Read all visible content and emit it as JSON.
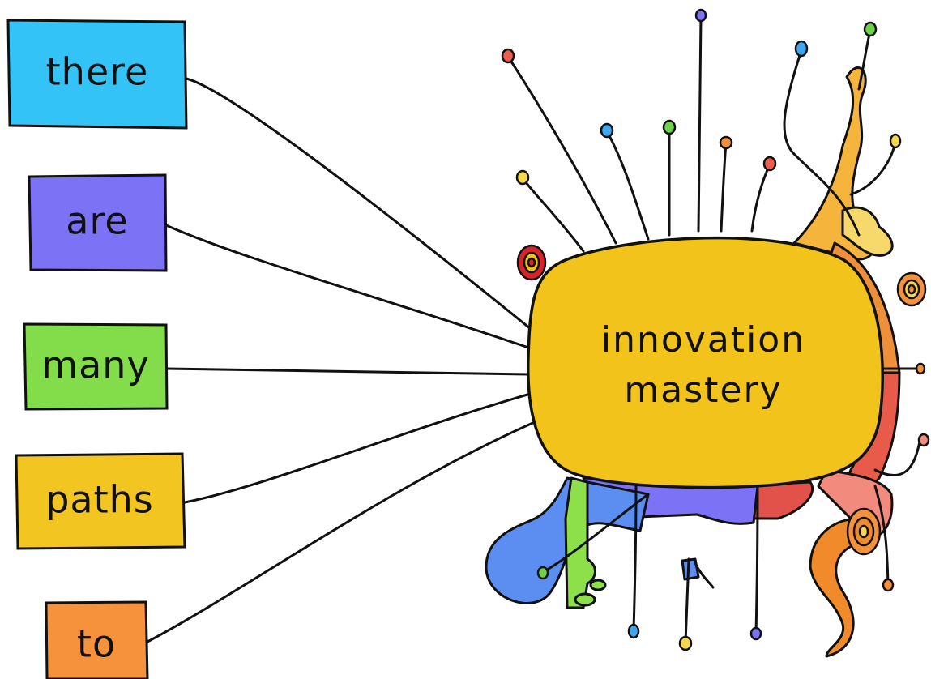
{
  "word_boxes": [
    {
      "text": "there",
      "color": "#33c3f6"
    },
    {
      "text": "are",
      "color": "#7b72f6"
    },
    {
      "text": "many",
      "color": "#83dc4a"
    },
    {
      "text": "paths",
      "color": "#f2c520"
    },
    {
      "text": "to",
      "color": "#f6913c"
    }
  ],
  "center": {
    "line1": "innovation",
    "line2": "mastery",
    "color": "#f2c31a"
  }
}
